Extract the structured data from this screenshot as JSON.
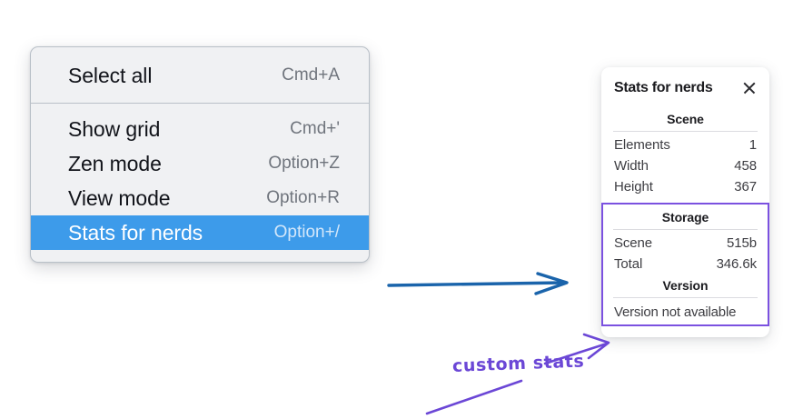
{
  "colors": {
    "menu_bg": "#f0f1f3",
    "menu_border": "#b9c0c8",
    "highlight_blue": "#3d9bea",
    "annotation_purple": "#6b47d6",
    "annotation_blue": "#1a64ab",
    "panel_bg": "#ffffff"
  },
  "context_menu": {
    "groups": [
      {
        "items": [
          {
            "label": "Select all",
            "shortcut": "Cmd+A",
            "selected": false,
            "name": "menu-item-select-all"
          }
        ]
      },
      {
        "items": [
          {
            "label": "Show grid",
            "shortcut": "Cmd+'",
            "selected": false,
            "name": "menu-item-show-grid"
          },
          {
            "label": "Zen mode",
            "shortcut": "Option+Z",
            "selected": false,
            "name": "menu-item-zen-mode"
          },
          {
            "label": "View mode",
            "shortcut": "Option+R",
            "selected": false,
            "name": "menu-item-view-mode"
          },
          {
            "label": "Stats for nerds",
            "shortcut": "Option+/",
            "selected": true,
            "name": "menu-item-stats-for-nerds"
          }
        ]
      }
    ]
  },
  "stats_panel": {
    "title": "Stats for nerds",
    "close_icon": "close-icon",
    "scene": {
      "heading": "Scene",
      "rows": [
        {
          "key": "Elements",
          "value": "1"
        },
        {
          "key": "Width",
          "value": "458"
        },
        {
          "key": "Height",
          "value": "367"
        }
      ]
    },
    "storage": {
      "heading": "Storage",
      "rows": [
        {
          "key": "Scene",
          "value": "515b"
        },
        {
          "key": "Total",
          "value": "346.6k"
        }
      ]
    },
    "version": {
      "heading": "Version",
      "text": "Version not available"
    }
  },
  "annotations": {
    "blue_arrow": {
      "name": "blue-arrow-annotation"
    },
    "purple_arrow_to_panel": {
      "name": "purple-arrow-to-version-section"
    },
    "purple_underline": {
      "name": "purple-pointer-stroke"
    },
    "handwriting": {
      "text": "custom stats"
    }
  }
}
